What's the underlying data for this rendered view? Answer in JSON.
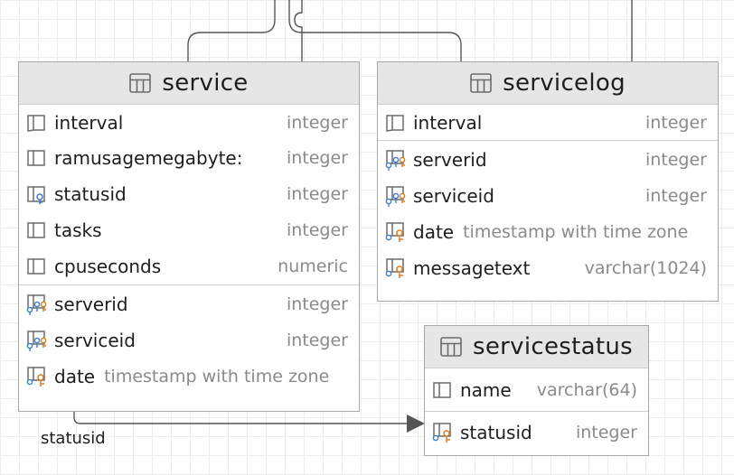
{
  "diagram": {
    "tables": {
      "service": {
        "name": "service",
        "columns": [
          {
            "name": "interval",
            "type": "integer",
            "icon": "column-icon"
          },
          {
            "name": "ramusagemegabytes",
            "display_name": "ramusagemegabyte:",
            "type": "integer",
            "icon": "column-icon"
          },
          {
            "name": "statusid",
            "type": "integer",
            "icon": "foreign-key-column-icon"
          },
          {
            "name": "tasks",
            "type": "integer",
            "icon": "column-icon"
          },
          {
            "name": "cpuseconds",
            "type": "numeric",
            "icon": "column-icon"
          },
          {
            "name": "serverid",
            "type": "integer",
            "icon": "primary-foreign-key-column-icon"
          },
          {
            "name": "serviceid",
            "type": "integer",
            "icon": "primary-foreign-key-column-icon"
          },
          {
            "name": "date",
            "type": "timestamp with time zone",
            "icon": "primary-key-column-icon"
          }
        ]
      },
      "servicelog": {
        "name": "servicelog",
        "columns": [
          {
            "name": "interval",
            "type": "integer",
            "icon": "column-icon"
          },
          {
            "name": "serverid",
            "type": "integer",
            "icon": "primary-foreign-key-column-icon"
          },
          {
            "name": "serviceid",
            "type": "integer",
            "icon": "primary-foreign-key-column-icon"
          },
          {
            "name": "date",
            "type": "timestamp with time zone",
            "icon": "primary-key-column-icon"
          },
          {
            "name": "messagetext",
            "type": "varchar(1024)",
            "icon": "primary-key-column-icon"
          }
        ]
      },
      "servicestatus": {
        "name": "servicestatus",
        "columns": [
          {
            "name": "name",
            "type": "varchar(64)",
            "icon": "column-icon"
          },
          {
            "name": "statusid",
            "type": "integer",
            "icon": "primary-key-column-icon"
          }
        ]
      }
    },
    "relationships": [
      {
        "label": "statusid",
        "from": "service.statusid",
        "to": "servicestatus.statusid"
      }
    ],
    "colors": {
      "header_bg": "#e6e6e6",
      "border": "#a8a8a8",
      "key_orange": "#e07b1a",
      "key_blue": "#3b7ddd",
      "type_gray": "#8a8a8a"
    }
  }
}
